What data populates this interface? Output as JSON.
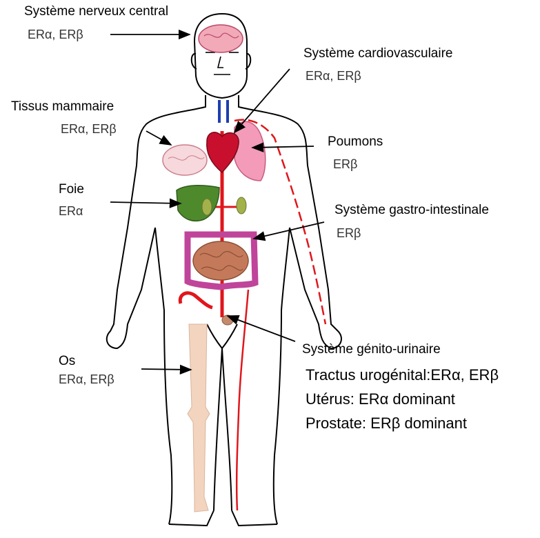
{
  "labels": {
    "cns": {
      "title": "Système nerveux central",
      "receptors": "ERα, ERβ"
    },
    "cardio": {
      "title": "Système cardiovasculaire",
      "receptors": "ERα, ERβ"
    },
    "breast": {
      "title": "Tissus mammaire",
      "receptors": "ERα, ERβ"
    },
    "lungs": {
      "title": "Poumons",
      "receptors": "ERβ"
    },
    "liver": {
      "title": "Foie",
      "receptors": "ERα"
    },
    "gi": {
      "title": "Système gastro-intestinale",
      "receptors": "ERβ"
    },
    "bone": {
      "title": "Os",
      "receptors": "ERα, ERβ"
    },
    "gu": {
      "title": "Système génito-urinaire",
      "lines": [
        "Tractus urogénital:ERα, ERβ",
        "Utérus: ERα dominant",
        "Prostate: ERβ dominant"
      ]
    }
  },
  "colors": {
    "outline": "#000000",
    "brain": "#f2a9b8",
    "heart": "#c8102e",
    "lung": "#f39bb8",
    "liver": "#4e8a2c",
    "colon": "#c0449a",
    "small_intestine": "#c47a5a",
    "vessel": "#e0161b",
    "vein": "#1e3fb0",
    "bone": "#f3d4bf"
  }
}
